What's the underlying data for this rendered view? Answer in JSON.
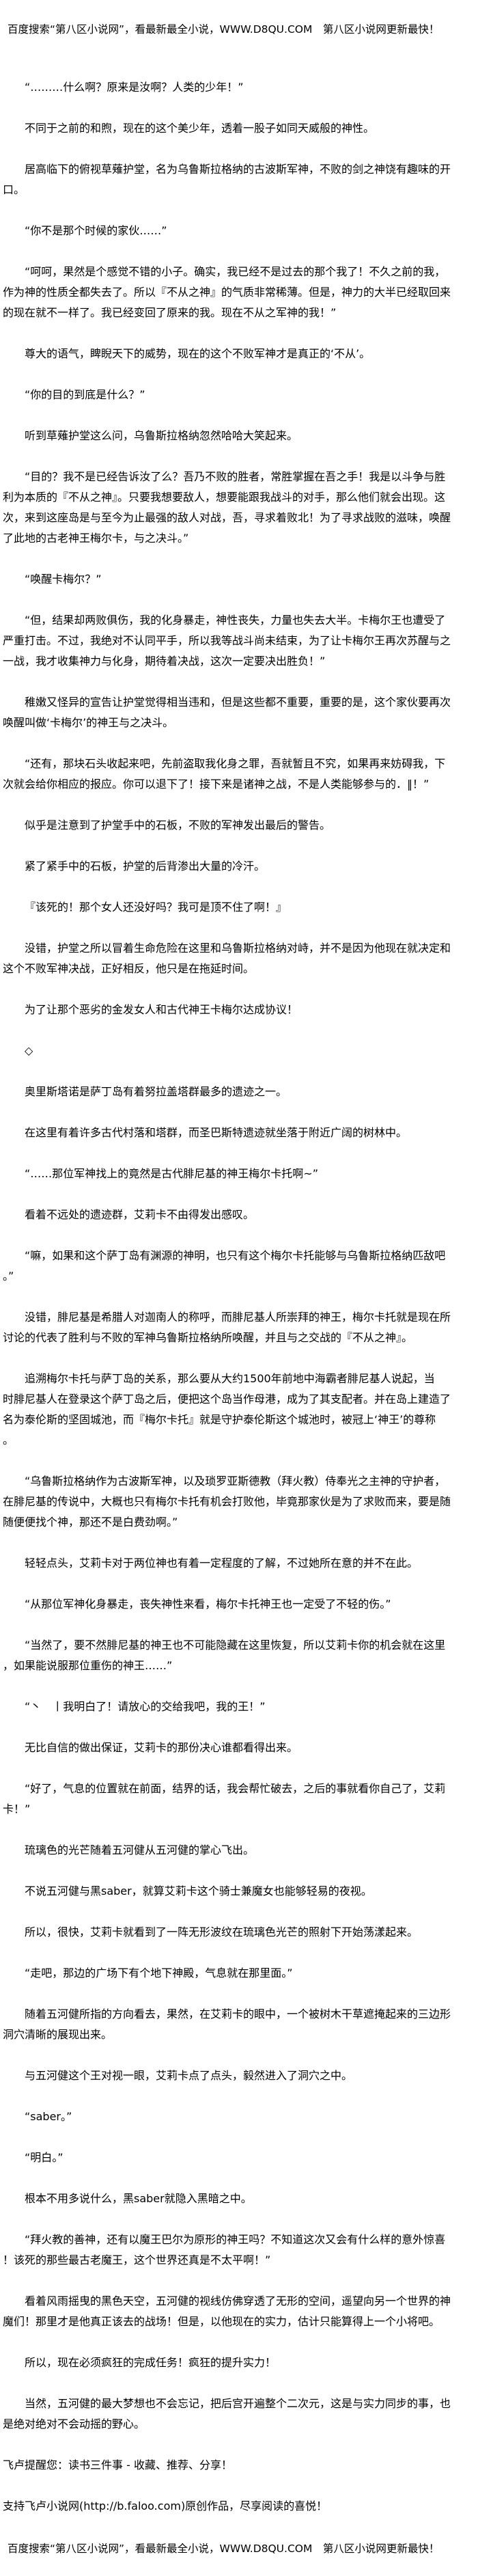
{
  "banner": {
    "top": "百度搜索“第八区小说网”，看最新最全小说，WWW.D8QU.COM　第八区小说网更新最快！",
    "bottom": "百度搜索“第八区小说网”，看最新最全小说，WWW.D8QU.COM　第八区小说网更新最快！"
  },
  "paragraphs": [
    {
      "indent": true,
      "lines": [
        "“………什么啊？原来是汝啊？人类的少年！”"
      ]
    },
    {
      "indent": true,
      "lines": [
        "不同于之前的和煦，现在的这个美少年，透着一股子如同天威般的神性。"
      ]
    },
    {
      "indent": true,
      "lines": [
        "居高临下的俯视草薙护堂，名为乌鲁斯拉格纳的古波斯军神，不败的剑之神饶有趣味的开",
        "口。"
      ]
    },
    {
      "indent": true,
      "lines": [
        "“你不是那个时候的家伙……”"
      ]
    },
    {
      "indent": true,
      "lines": [
        "“呵呵，果然是个感觉不错的小子。确实，我已经不是过去的那个我了！不久之前的我，",
        "作为神的性质全都失去了。所以『不从之神』的气质非常稀薄。但是，神力的大半已经取回来",
        "的现在就不一样了。我已经变回了原来的我。现在不从之军神的我！”"
      ]
    },
    {
      "indent": true,
      "lines": [
        "尊大的语气，睥睨天下的威势，现在的这个不败军神才是真正的‘不从’。"
      ]
    },
    {
      "indent": true,
      "lines": [
        "“你的目的到底是什么？”"
      ]
    },
    {
      "indent": true,
      "lines": [
        "听到草薙护堂这么问，乌鲁斯拉格纳忽然哈哈大笑起来。"
      ]
    },
    {
      "indent": true,
      "lines": [
        "“目的？我不是已经告诉汝了么？吾乃不败的胜者，常胜掌握在吾之手！我是以斗争与胜",
        "利为本质的『不从之神』。只要我想要敌人，想要能跟我战斗的对手，那么他们就会出现。这",
        "次，来到这座岛是与至今为止最强的敌人对战，吾，寻求着败北！为了寻求战败的滋味，唤醒",
        "了此地的古老神王梅尔卡，与之决斗。”"
      ]
    },
    {
      "indent": true,
      "lines": [
        "“唤醒卡梅尔？”"
      ]
    },
    {
      "indent": true,
      "lines": [
        "“但，结果却两败俱伤，我的化身暴走，神性丧失，力量也失去大半。卡梅尔王也遭受了",
        "严重打击。不过，我绝对不认同平手，所以我等战斗尚未结束，为了让卡梅尔王再次苏醒与之",
        "一战，我才收集神力与化身，期待着决战，这次一定要决出胜负！”"
      ]
    },
    {
      "indent": true,
      "lines": [
        "稚嫩又怪异的宣告让护堂觉得相当违和，但是这些都不重要，重要的是，这个家伙要再次",
        "唤醒叫做‘卡梅尔’的神王与之决斗。"
      ]
    },
    {
      "indent": true,
      "lines": [
        "“还有，那块石头收起来吧，先前盗取我化身之罪，吾就暂且不究，如果再来妨碍我，下",
        "次就会给你相应的报应。你可以退下了！接下来是诸神之战，不是人类能够参与的．‖！”"
      ]
    },
    {
      "indent": true,
      "lines": [
        "似乎是注意到了护堂手中的石板，不败的军神发出最后的警告。"
      ]
    },
    {
      "indent": true,
      "lines": [
        "紧了紧手中的石板，护堂的后背渗出大量的冷汗。"
      ]
    },
    {
      "indent": true,
      "lines": [
        "『该死的！那个女人还没好吗？我可是顶不住了啊！』"
      ]
    },
    {
      "indent": true,
      "lines": [
        "没错，护堂之所以冒着生命危险在这里和乌鲁斯拉格纳对峙，并不是因为他现在就决定和",
        "这个不败军神决战，正好相反，他只是在拖延时间。"
      ]
    },
    {
      "indent": true,
      "lines": [
        "为了让那个恶劣的金发女人和古代神王卡梅尔达成协议！"
      ]
    },
    {
      "indent": true,
      "lines": [
        "◇"
      ]
    },
    {
      "indent": true,
      "lines": [
        "奥里斯塔诺是萨丁岛有着努拉盖塔群最多的遗迹之一。"
      ]
    },
    {
      "indent": true,
      "lines": [
        "在这里有着许多古代村落和塔群，而圣巴斯特遗迹就坐落于附近广阔的树林中。"
      ]
    },
    {
      "indent": true,
      "lines": [
        "“……那位军神找上的竟然是古代腓尼基的神王梅尔卡托啊~”"
      ]
    },
    {
      "indent": true,
      "lines": [
        "看着不远处的遗迹群，艾莉卡不由得发出感叹。"
      ]
    },
    {
      "indent": true,
      "lines": [
        "“嘛，如果和这个萨丁岛有渊源的神明，也只有这个梅尔卡托能够与乌鲁斯拉格纳匹敌吧",
        "。”"
      ]
    },
    {
      "indent": true,
      "lines": [
        "没错，腓尼基是希腊人对迦南人的称呼，而腓尼基人所崇拜的神王，梅尔卡托就是现在所",
        "讨论的代表了胜利与不败的军神乌鲁斯拉格纳所唤醒，并且与之交战的『不从之神』。"
      ]
    },
    {
      "indent": true,
      "lines": [
        "追溯梅尔卡托与萨丁岛的关系，那么要从大约1500年前地中海霸者腓尼基人说起，当",
        "时腓尼基人在登录这个萨丁岛之后，便把这个岛当作母港，成为了其支配者。并在岛上建造了",
        "名为泰伦斯的坚固城池，而『梅尔卡托』就是守护泰伦斯这个城池时，被冠上‘神王’的尊称",
        "。"
      ]
    },
    {
      "indent": true,
      "lines": [
        "“乌鲁斯拉格纳作为古波斯军神，以及琐罗亚斯德教（拜火教）侍奉光之主神的守护者，",
        "在腓尼基的传说中，大概也只有梅尔卡托有机会打败他，毕竟那家伙是为了求败而来，要是随",
        "随便便找个神，那还不是白费劲啊。”"
      ]
    },
    {
      "indent": true,
      "lines": [
        "轻轻点头，艾莉卡对于两位神也有着一定程度的了解，不过她所在意的并不在此。"
      ]
    },
    {
      "indent": true,
      "lines": [
        "“从那位军神化身暴走，丧失神性来看，梅尔卡托神王也一定受了不轻的伤。”"
      ]
    },
    {
      "indent": true,
      "lines": [
        "“当然了，要不然腓尼基的神王也不可能隐藏在这里恢复，所以艾莉卡你的机会就在这里",
        "，如果能说服那位重伤的神王……”"
      ]
    },
    {
      "indent": true,
      "lines": [
        "“丶　丨我明白了！请放心的交给我吧，我的王！”"
      ]
    },
    {
      "indent": true,
      "lines": [
        "无比自信的做出保证，艾莉卡的那份决心谁都看得出来。"
      ]
    },
    {
      "indent": true,
      "lines": [
        "“好了，气息的位置就在前面，结界的话，我会帮忙破去，之后的事就看你自己了，艾莉",
        "卡！”"
      ]
    },
    {
      "indent": true,
      "lines": [
        "琉璃色的光芒随着五河健从五河健的掌心飞出。"
      ]
    },
    {
      "indent": true,
      "lines": [
        "不说五河健与黑saber，就算艾莉卡这个骑士兼魔女也能够轻易的夜视。"
      ]
    },
    {
      "indent": true,
      "lines": [
        "所以，很快，艾莉卡就看到了一阵无形波纹在琉璃色光芒的照射下开始荡漾起来。"
      ]
    },
    {
      "indent": true,
      "lines": [
        "“走吧，那边的广场下有个地下神殿，气息就在那里面。”"
      ]
    },
    {
      "indent": true,
      "lines": [
        "随着五河健所指的方向看去，果然，在艾莉卡的眼中，一个被树木干草遮掩起来的三边形",
        "洞穴清晰的展现出来。"
      ]
    },
    {
      "indent": true,
      "lines": [
        "与五河健这个王对视一眼，艾莉卡点了点头，毅然进入了洞穴之中。"
      ]
    },
    {
      "indent": true,
      "lines": [
        "“saber。”"
      ]
    },
    {
      "indent": true,
      "lines": [
        "“明白。”"
      ]
    },
    {
      "indent": true,
      "lines": [
        "根本不用多说什么，黑saber就隐入黑暗之中。"
      ]
    },
    {
      "indent": true,
      "lines": [
        "“拜火教的善神，还有以魔王巴尔为原形的神王吗？不知道这次又会有什么样的意外惊喜",
        "！该死的那些最古老魔王，这个世界还真是不太平啊！”"
      ]
    },
    {
      "indent": true,
      "lines": [
        "看着风雨摇曳的黑色天空，五河健的视线仿佛穿透了无形的空间，遥望向另一个世界的神",
        "魔们！那里才是他真正该去的战场！但是，以他现在的实力，估计只能算得上一个小将吧。"
      ]
    },
    {
      "indent": true,
      "lines": [
        "所以，现在必须疯狂的完成任务！疯狂的提升实力！"
      ]
    },
    {
      "indent": true,
      "lines": [
        "当然，五河健的最大梦想也不会忘记，把后宫开遍整个二次元，这是与实力同步的事，也",
        "是绝对绝对不会动摇的野心。"
      ]
    },
    {
      "indent": false,
      "lines": [
        "飞卢提醒您：读书三件事 - 收藏、推荐、分享！"
      ]
    },
    {
      "indent": false,
      "lines": [
        "支持飞卢小说网(http://b.faloo.com)原创作品，尽享阅读的喜悦！"
      ]
    }
  ]
}
